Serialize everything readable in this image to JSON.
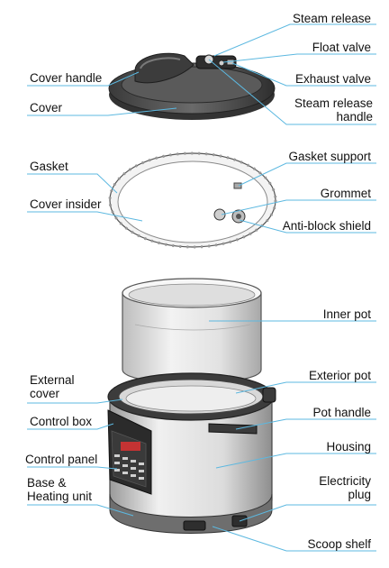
{
  "labels": {
    "steam_release": "Steam release",
    "float_valve": "Float valve",
    "cover_handle": "Cover handle",
    "exhaust_valve": "Exhaust valve",
    "cover": "Cover",
    "steam_release_handle": "Steam release handle",
    "gasket": "Gasket",
    "gasket_support": "Gasket support",
    "grommet": "Grommet",
    "cover_insider": "Cover insider",
    "anti_block_shield": "Anti-block shield",
    "inner_pot": "Inner pot",
    "external_cover": "External cover",
    "exterior_pot": "Exterior pot",
    "control_box": "Control box",
    "pot_handle": "Pot handle",
    "housing": "Housing",
    "control_panel": "Control panel",
    "base_heating_unit": "Base & Heating unit",
    "electricity_plug": "Electricity plug",
    "scoop_shelf": "Scoop shelf"
  },
  "colors": {
    "leader": "#5cb8e0",
    "outline": "#333333",
    "lid_dark": "#4a4a4a",
    "pot_light": "#e6e6e6",
    "panel_dark": "#2a2a2a"
  }
}
